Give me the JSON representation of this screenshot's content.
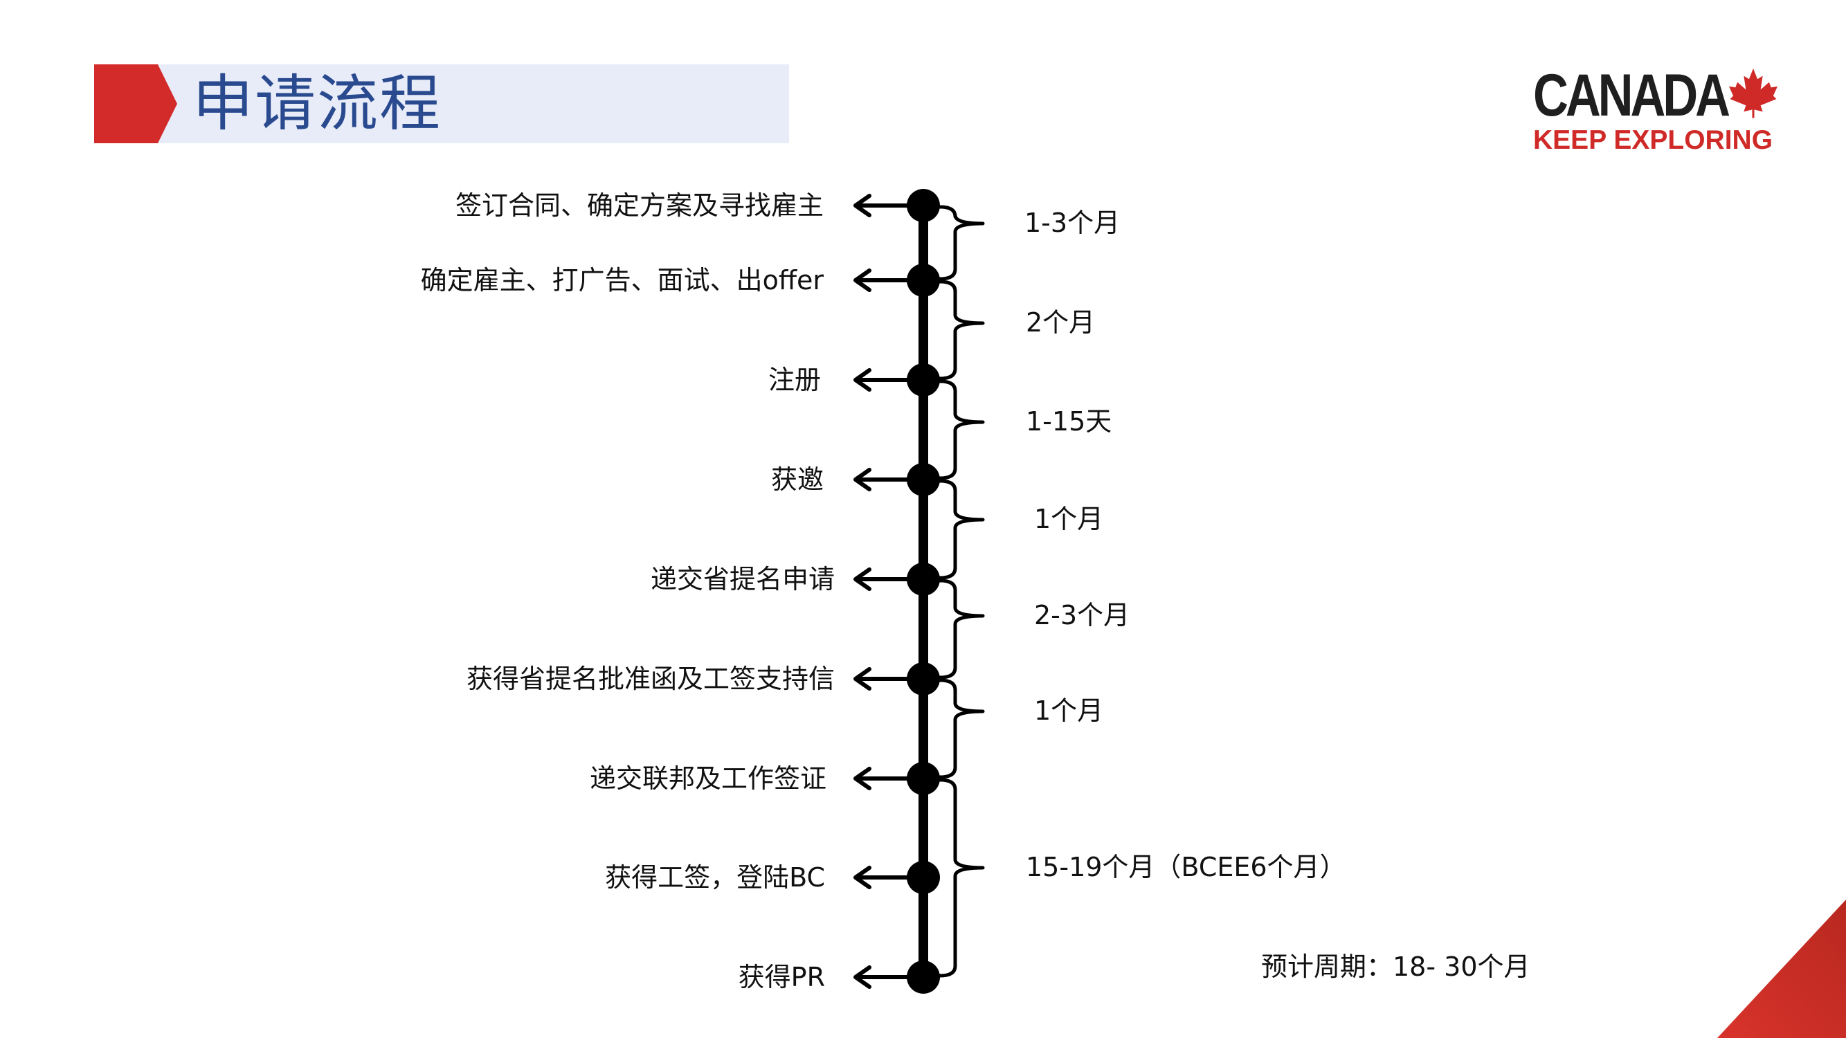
{
  "header": {
    "title": "申请流程"
  },
  "brand": {
    "main": "CANADA",
    "sub": "KEEP EXPLORING",
    "accent_color": "#cf2a27"
  },
  "steps": [
    "签订合同、确定方案及寻找雇主",
    "确定雇主、打广告、面试、出offer",
    "注册",
    "获邀",
    "递交省提名申请",
    "获得省提名批准函及工签支持信",
    "递交联邦及工作签证",
    "获得工签，登陆BC",
    "获得PR"
  ],
  "durations": [
    "1-3个月",
    "2个月",
    "1-15天",
    "1个月",
    "2-3个月",
    "1个月",
    "15-19个月（BCEE6个月）"
  ],
  "total": "预计周期：18- 30个月",
  "colors": {
    "title_text": "#2a4a8f",
    "title_bar": "#e8ecf8",
    "red": "#d32a2a",
    "line": "#000000"
  }
}
